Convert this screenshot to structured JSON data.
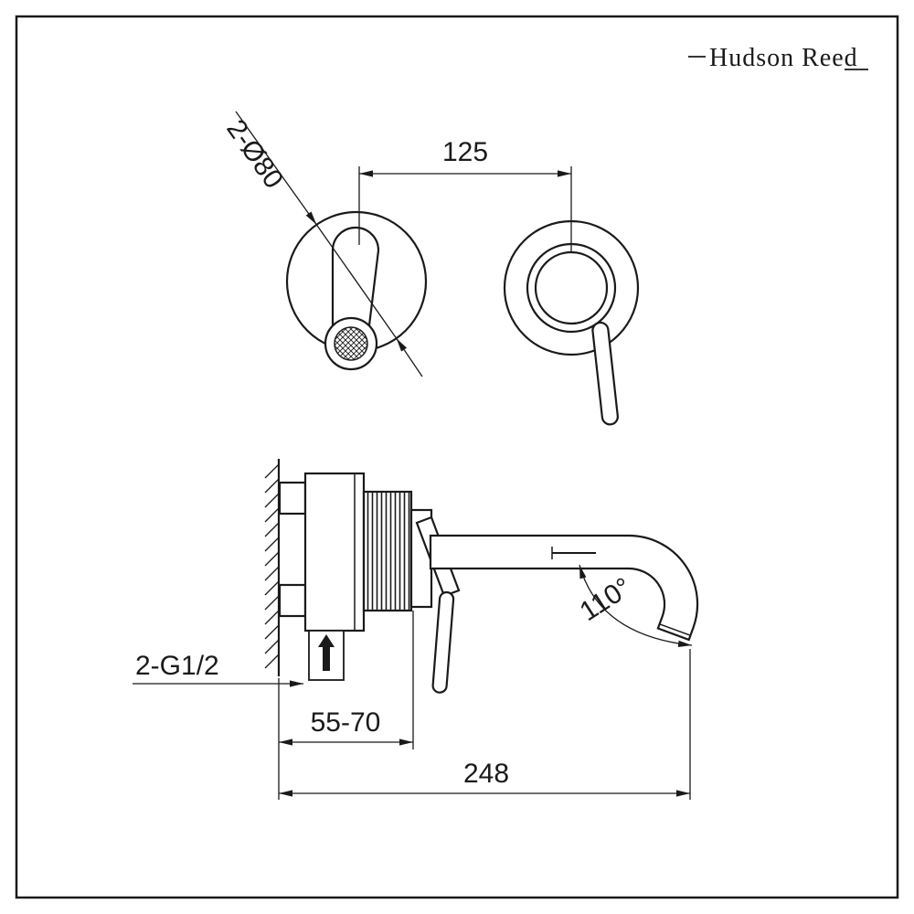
{
  "brand": {
    "name": "Hudson Reed"
  },
  "front_view": {
    "diameter_label": "2-Ø80",
    "center_distance_label": "125"
  },
  "side_view": {
    "inlet_thread_label": "2-G1/2",
    "wall_depth_range_label": "55-70",
    "spout_reach_label": "248",
    "spout_angle_label": "110°"
  },
  "colors": {
    "line": "#1a1a1a",
    "background": "#ffffff"
  }
}
